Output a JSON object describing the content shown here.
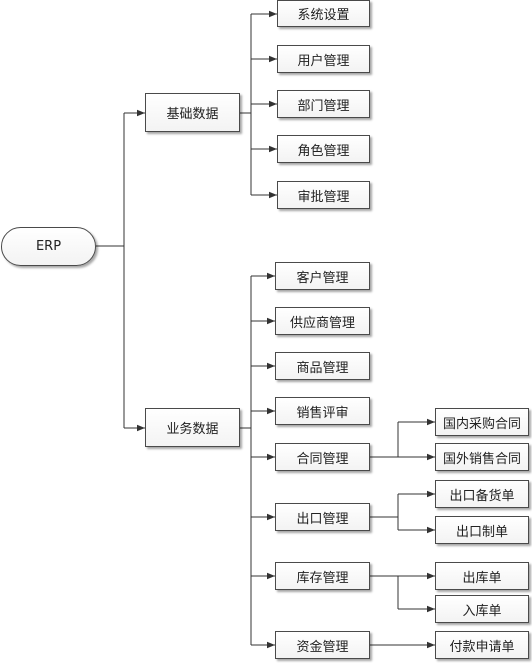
{
  "root": {
    "label": "ERP"
  },
  "basic": {
    "label": "基础数据",
    "items": [
      "系统设置",
      "用户管理",
      "部门管理",
      "角色管理",
      "审批管理"
    ]
  },
  "business": {
    "label": "业务数据",
    "items": [
      "客户管理",
      "供应商管理",
      "商品管理",
      "销售评审",
      "合同管理",
      "出口管理",
      "库存管理",
      "资金管理"
    ]
  },
  "contract": {
    "items": [
      "国内采购合同",
      "国外销售合同"
    ]
  },
  "export": {
    "items": [
      "出口备货单",
      "出口制单"
    ]
  },
  "inventory": {
    "items": [
      "出库单",
      "入库单"
    ]
  },
  "funds": {
    "items": [
      "付款申请单"
    ]
  }
}
